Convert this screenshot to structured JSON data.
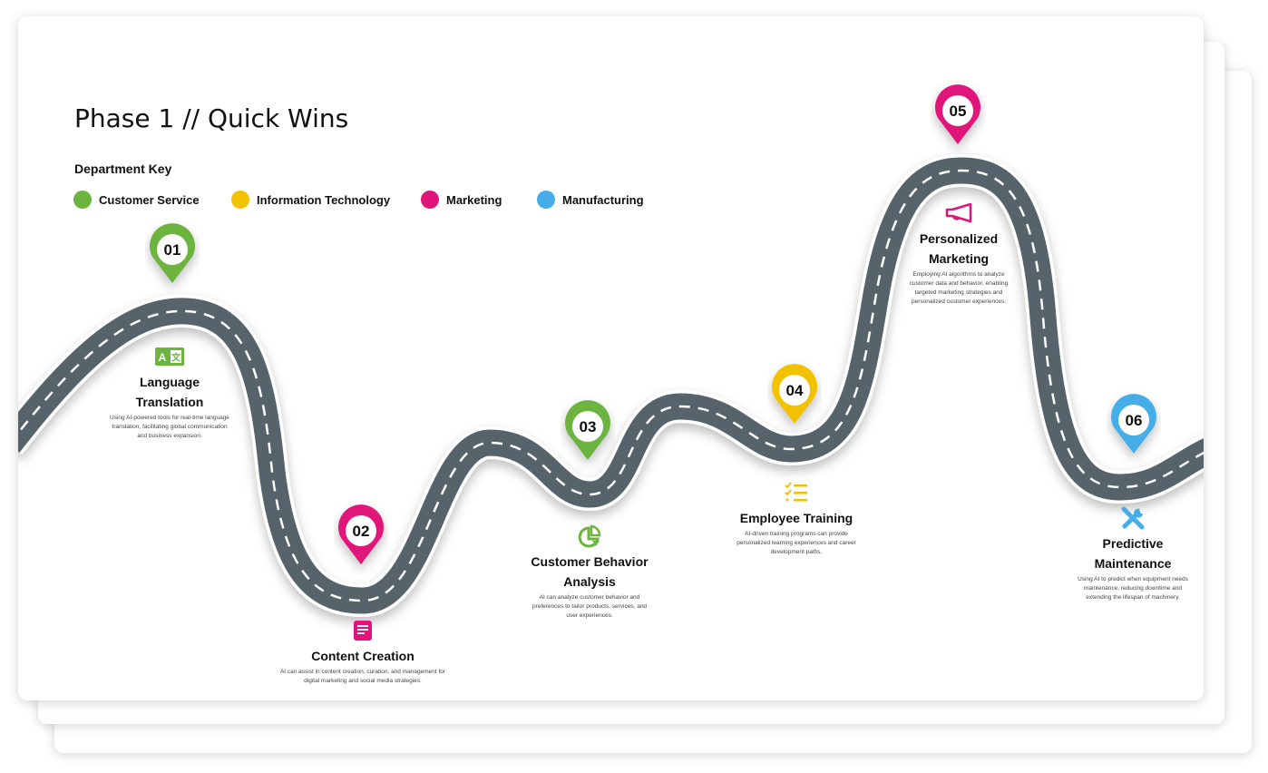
{
  "title": "Phase 1 // Quick Wins",
  "key": {
    "heading": "Department Key",
    "items": [
      {
        "label": "Customer Service",
        "color": "#6cb33f"
      },
      {
        "label": "Information Technology",
        "color": "#f2c200"
      },
      {
        "label": "Marketing",
        "color": "#e0147a"
      },
      {
        "label": "Manufacturing",
        "color": "#45aee8"
      }
    ]
  },
  "milestones": [
    {
      "number": "01",
      "title": "Language Translation",
      "desc": "Using AI-powered tools for real-time language translation, facilitating global communication and business expansion.",
      "color": "#6cb33f",
      "icon": "translate-icon"
    },
    {
      "number": "02",
      "title": "Content Creation",
      "desc": "AI can assist in content creation, curation, and management for digital marketing and social media strategies.",
      "color": "#e0147a",
      "icon": "document-icon"
    },
    {
      "number": "03",
      "title": "Customer Behavior Analysis",
      "desc": "AI can analyze customer behavior and preferences to tailor products, services, and user experiences.",
      "color": "#6cb33f",
      "icon": "pie-chart-icon"
    },
    {
      "number": "04",
      "title": "Employee Training",
      "desc": "AI-driven training programs can provide personalized learning experiences and career development paths.",
      "color": "#f2c200",
      "icon": "checklist-icon"
    },
    {
      "number": "05",
      "title": "Personalized Marketing",
      "desc": "Employing AI algorithms to analyze customer data and behavior, enabling targeted marketing strategies and personalized customer experiences.",
      "color": "#e0147a",
      "icon": "megaphone-icon"
    },
    {
      "number": "06",
      "title": "Predictive Maintenance",
      "desc": "Using AI to predict when equipment needs maintenance, reducing downtime and extending the lifespan of machinery.",
      "color": "#45aee8",
      "icon": "tools-icon"
    }
  ]
}
